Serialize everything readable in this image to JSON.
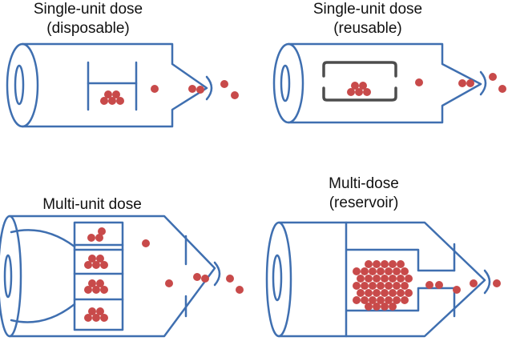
{
  "labels": {
    "single_disposable_line1": "Single-unit dose",
    "single_disposable_line2": "(disposable)",
    "single_reusable_line1": "Single-unit dose",
    "single_reusable_line2": "(reusable)",
    "multi_unit": "Multi-unit dose",
    "multi_dose_line1": "Multi-dose",
    "multi_dose_line2": "(reservoir)"
  },
  "colors": {
    "device_outline": "#3f6fb0",
    "capsule_outline": "#4d4d4d",
    "particle": "#c84a4a",
    "text": "#111111"
  }
}
